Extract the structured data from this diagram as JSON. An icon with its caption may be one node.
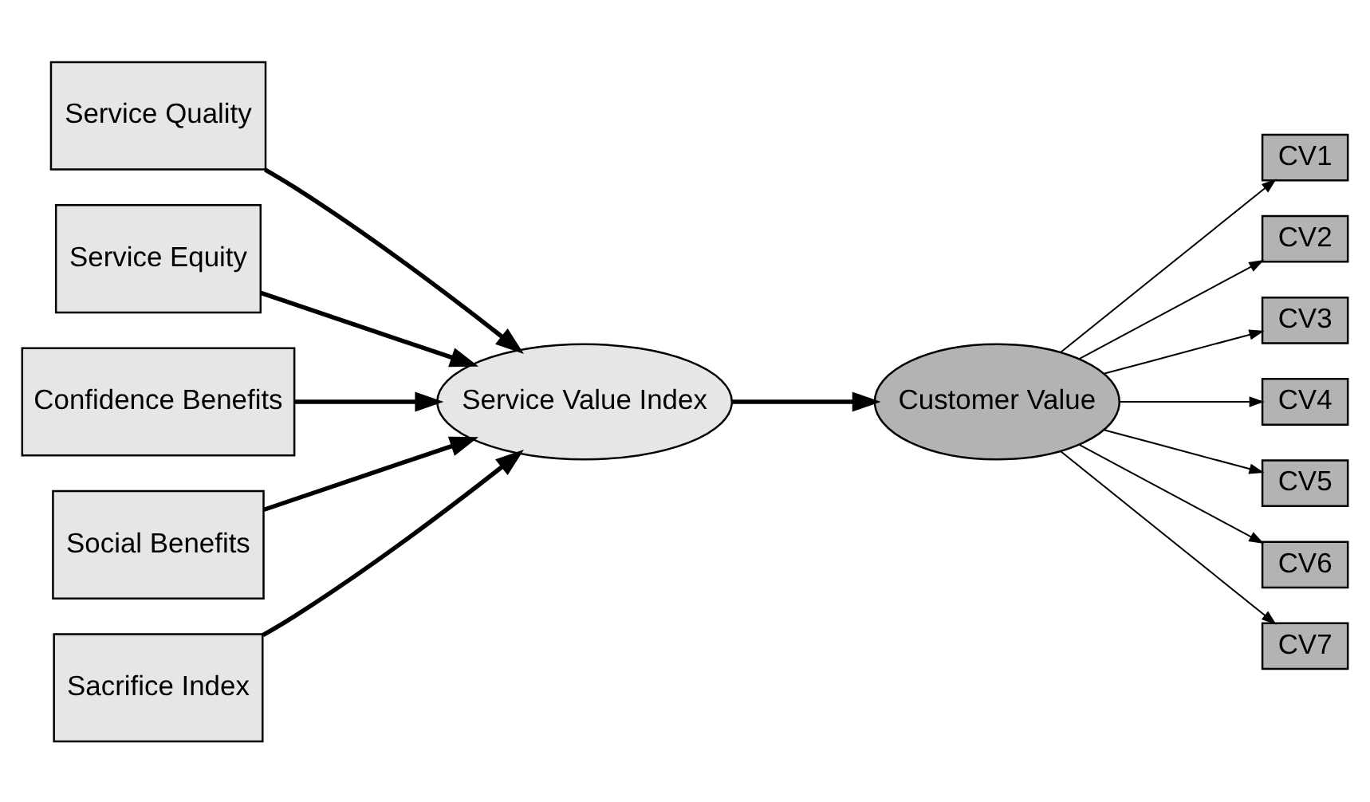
{
  "diagram": {
    "nodes": [
      {
        "text": [
          "Service Quality"
        ]
      },
      {
        "text": [
          "Service Equity"
        ]
      },
      {
        "text": [
          "Confidence Benefits"
        ]
      },
      {
        "text": [
          "Social Benefits"
        ]
      },
      {
        "text": [
          "Sacrifice Index"
        ]
      },
      {
        "text": [
          "Service Value Index"
        ]
      },
      {
        "text": [
          "Customer Value"
        ]
      },
      {
        "text": [
          "CV1"
        ]
      },
      {
        "text": [
          "CV2"
        ]
      },
      {
        "text": [
          "CV3"
        ]
      },
      {
        "text": [
          "CV4"
        ]
      },
      {
        "text": [
          "CV5"
        ]
      },
      {
        "text": [
          "CV6"
        ]
      },
      {
        "text": [
          "CV7"
        ]
      }
    ],
    "edges": [
      {
        "from": 0,
        "to": 5,
        "arrow": "to",
        "style": "thick"
      },
      {
        "from": 1,
        "to": 5,
        "arrow": "to",
        "style": "thick"
      },
      {
        "from": 2,
        "to": 5,
        "arrow": "to",
        "style": "thick"
      },
      {
        "from": 3,
        "to": 5,
        "arrow": "to",
        "style": "thick"
      },
      {
        "from": 4,
        "to": 5,
        "arrow": "to",
        "style": "thick"
      },
      {
        "from": 5,
        "to": 6,
        "arrow": "to",
        "style": "thick"
      },
      {
        "from": 6,
        "to": 7,
        "arrow": "to"
      },
      {
        "from": 6,
        "to": 8,
        "arrow": "to"
      },
      {
        "from": 6,
        "to": 9,
        "arrow": "to"
      },
      {
        "from": 6,
        "to": 10,
        "arrow": "to"
      },
      {
        "from": 6,
        "to": 11,
        "arrow": "to"
      },
      {
        "from": 6,
        "to": 12,
        "arrow": "to"
      },
      {
        "from": 6,
        "to": 13,
        "arrow": "to"
      }
    ]
  }
}
